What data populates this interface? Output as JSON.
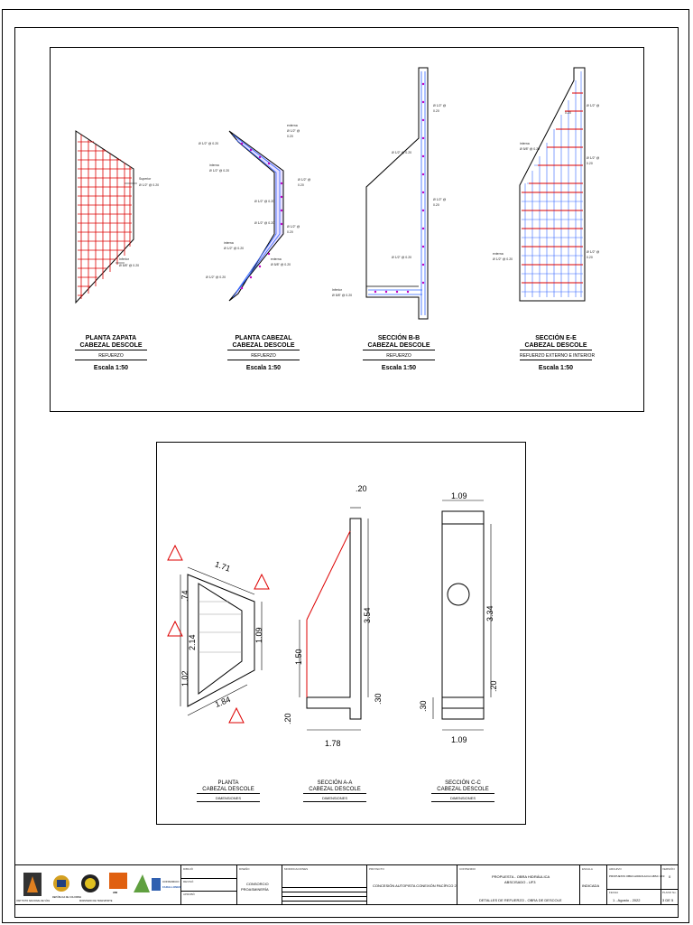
{
  "top_panel": {
    "drawings": [
      {
        "line1": "PLANTA ZAPATA",
        "line2": "CABEZAL DESCOLE",
        "sub": "REFUERZO",
        "scale": "Escala 1:50"
      },
      {
        "line1": "PLANTA CABEZAL",
        "line2": "CABEZAL DESCOLE",
        "sub": "REFUERZO",
        "scale": "Escala 1:50"
      },
      {
        "line1": "SECCIÓN B-B",
        "line2": "CABEZAL DESCOLE",
        "sub": "REFUERZO",
        "scale": "Escala 1:50"
      },
      {
        "line1": "SECCIÓN E-E",
        "line2": "CABEZAL DESCOLE",
        "sub": "REFUERZO EXTERNO E INTERIOR",
        "scale": "Escala 1:50"
      }
    ],
    "notes": {
      "zapata_sup": "Superior",
      "zapata_sup_bar": "Ø 1/2\" @ 0.20",
      "zapata_inf": "Inferior",
      "zapata_inf_bar": "Ø 5/8\" @ 0.20",
      "bar_half_020": "Ø 1/2\" @ 0.20",
      "bar_half": "Ø 1/2\" @",
      "val_020": "0.20",
      "bar_58": "Ø 5/8\" @ 0.20",
      "externa": "externa",
      "interna": "interna"
    }
  },
  "bottom_panel": {
    "drawings": [
      {
        "line1": "PLANTA",
        "line2": "CABEZAL DESCOLE",
        "sub": "DIMENSIONES"
      },
      {
        "line1": "SECCIÓN A-A",
        "line2": "CABEZAL DESCOLE",
        "sub": "DIMENSIONES"
      },
      {
        "line1": "SECCIÓN C-C",
        "line2": "CABEZAL DESCOLE",
        "sub": "DIMENSIONES"
      }
    ],
    "dims": {
      "plan_top": "1.71",
      "plan_a": ".74",
      "plan_b": "2.14",
      "plan_c": "1.02",
      "plan_right": "1.09",
      "plan_bottom": "1.84",
      "sa_top": ".20",
      "sa_height": "3.54",
      "sa_slope": "1.50",
      "sa_base_left": ".20",
      "sa_base_right": ".30",
      "sa_width": "1.78",
      "sc_top": "1.09",
      "sc_height": "3.34",
      "sc_right": ".20",
      "sc_left": ".30",
      "sc_bottom": "1.09"
    }
  },
  "title_block": {
    "logos": [
      "INSTITUTO NACIONAL DE VÍAS",
      "REPÚBLICA DE COLOMBIA",
      "MINISTERIO DE TRANSPORTE",
      "ANI",
      "CONSORCIO FARALLONES"
    ],
    "consortium": "CONSORCIO",
    "consortium2": "FARALLONES",
    "designer_a": "CONSORCIO",
    "designer_b": "PROASMINERÍA",
    "project": "CONCESIÓN AUTOPISTA CONEXIÓN PACÍFICO 2",
    "content_title": "PROPUESTA - OBRA HIDRÁULICA",
    "content_sub": "ABSCISADO - UF3",
    "content_detail": "DETALLES DE REFUERZO - OBRA DE DESCOLE",
    "file": "PROPUESTA OBRA HIDRAULICA ABSC UF3",
    "date": "1 - Agosto - 2022",
    "sheet": "3 DE 5",
    "rev": "0",
    "caps": {
      "dibujo": "DIBUJÓ",
      "reviso": "REVISÓ",
      "aprobo": "APROBÓ",
      "diseno": "DISEÑO",
      "modif": "MODIFICACIONES",
      "proyecto": "PROYECTO",
      "contenido": "CONTENIDO",
      "escala": "ESCALA",
      "archivo": "ARCHIVO",
      "fecha": "FECHA",
      "plano": "PLANO No.",
      "version": "VERSIÓN",
      "indicada": "INDICADA"
    }
  }
}
